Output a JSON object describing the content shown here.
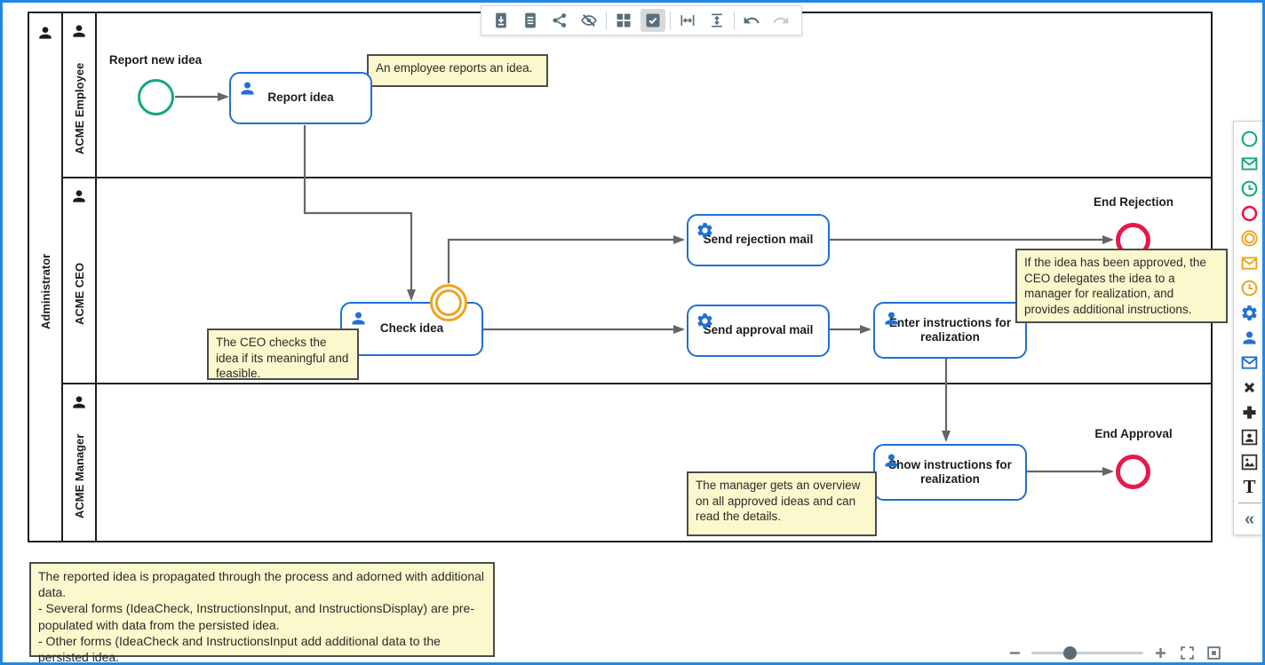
{
  "colors": {
    "frame_blue": "#2187e6",
    "task_blue": "#1f6fd6",
    "start_green": "#12a884",
    "end_red": "#e8184a",
    "intermediate_orange": "#eda41e",
    "annotation_bg": "#fbf8cd",
    "connector_gray": "#666666",
    "toolbar_icon": "#57707e"
  },
  "toolbar": {
    "icons": [
      "download-icon",
      "document-icon",
      "share-icon",
      "hide-overlays-icon",
      "grid-icon",
      "checkbox-icon",
      "fit-width-icon",
      "fit-height-icon",
      "undo-icon",
      "redo-icon"
    ],
    "active_icon": "checkbox-icon",
    "disabled_icon": "redo-icon"
  },
  "pool": {
    "label": "Administrator",
    "lanes": [
      "ACME Employee",
      "ACME CEO",
      "ACME Manager"
    ]
  },
  "process": {
    "start_event": {
      "label": "Report new idea"
    },
    "tasks": {
      "report_idea": {
        "label": "Report idea",
        "type": "user"
      },
      "check_idea": {
        "label": "Check idea",
        "type": "user"
      },
      "send_rejection": {
        "label": "Send rejection mail",
        "type": "service"
      },
      "send_approval": {
        "label": "Send approval mail",
        "type": "service"
      },
      "enter_instructions": {
        "label": "Enter instructions for realization",
        "type": "user"
      },
      "show_instructions": {
        "label": "Show instructions for realization",
        "type": "user"
      }
    },
    "end_events": {
      "rejection": {
        "label": "End Rejection"
      },
      "approval": {
        "label": "End Approval"
      }
    },
    "annotations": {
      "employee_reports": "An employee reports an idea.",
      "ceo_checks": "The CEO checks the idea if its meaningful and feasible.",
      "ceo_delegates": "If the idea has been approved, the CEO delegates the idea to a manager for realization, and provides additional instructions.",
      "manager_overview": "The manager gets an overview on all approved ideas and can read the details.",
      "data_propagation": "The reported idea is propagated through the process and adorned with additional data.\n- Several forms (IdeaCheck, InstructionsInput, and InstructionsDisplay) are pre-populated with data from the persisted idea.\n- Other forms (IdeaCheck and InstructionsInput add additional data to the persisted idea."
    }
  },
  "palette": {
    "icons": [
      "start-event-icon",
      "message-start-event-icon",
      "timer-start-event-icon",
      "end-event-icon",
      "intermediate-event-icon",
      "message-intermediate-event-icon",
      "timer-intermediate-event-icon",
      "service-task-icon",
      "user-task-icon",
      "send-task-icon",
      "exclusive-gateway-icon",
      "parallel-gateway-icon",
      "user-image-icon",
      "image-icon",
      "text-annotation-icon",
      "collapse-palette-icon"
    ],
    "text_tool_glyph": "T",
    "collapse_glyph": "«"
  }
}
